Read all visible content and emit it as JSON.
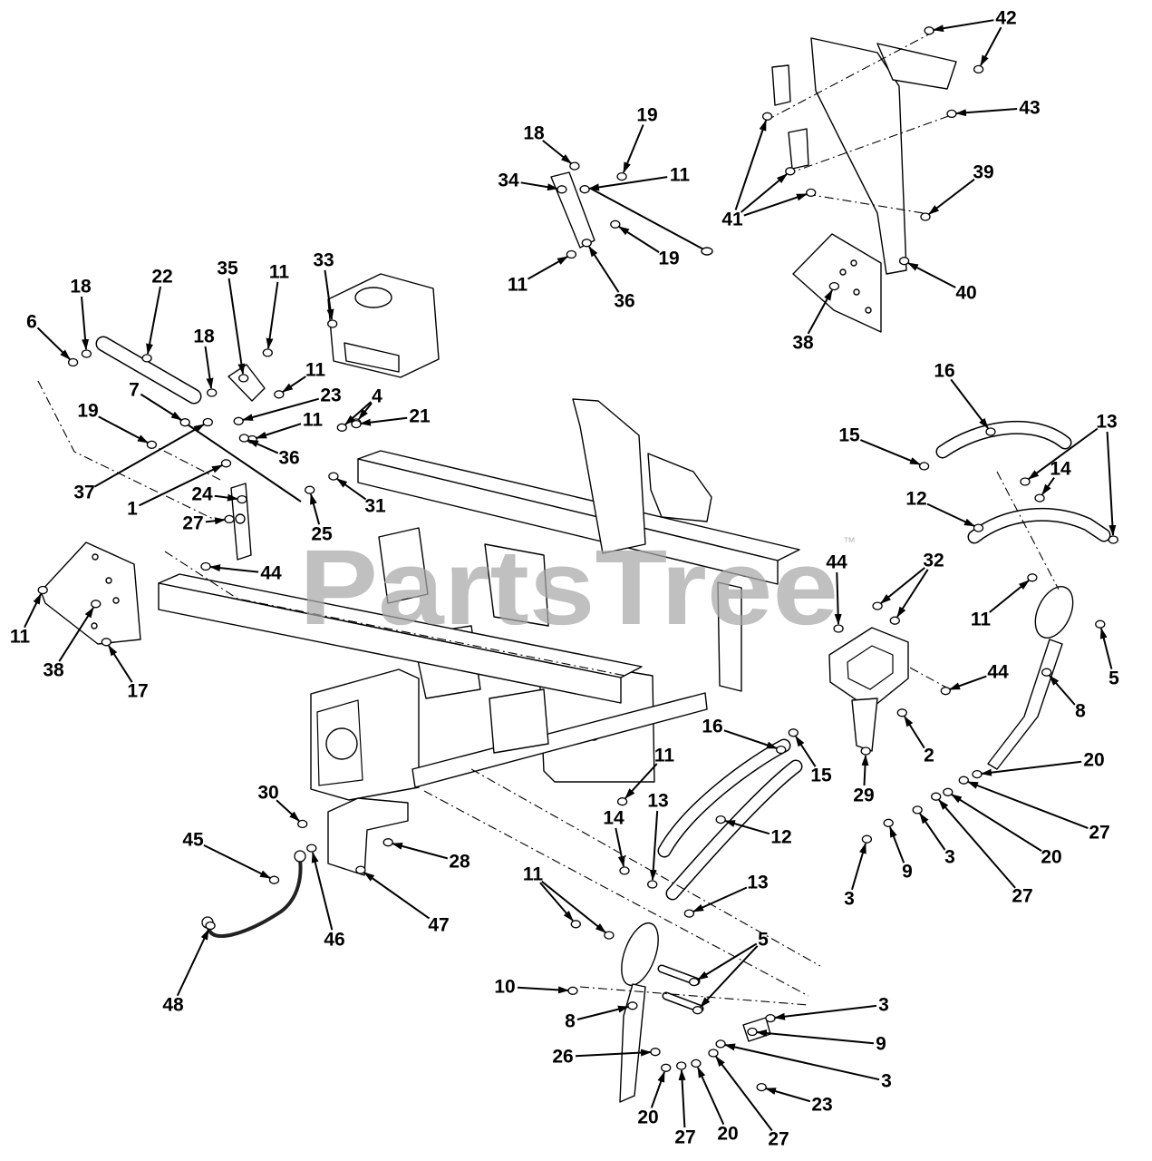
{
  "diagram": {
    "callouts": [
      "42",
      "43",
      "39",
      "41",
      "40",
      "38",
      "18",
      "19",
      "34",
      "11",
      "19",
      "11",
      "36",
      "33",
      "11",
      "35",
      "22",
      "18",
      "6",
      "18",
      "11",
      "7",
      "23",
      "4",
      "19",
      "11",
      "21",
      "36",
      "37",
      "31",
      "1",
      "24",
      "27",
      "25",
      "44",
      "11",
      "38",
      "17",
      "16",
      "13",
      "15",
      "14",
      "12",
      "44",
      "32",
      "11",
      "5",
      "44",
      "8",
      "2",
      "29",
      "20",
      "27",
      "20",
      "27",
      "3",
      "9",
      "3",
      "16",
      "15",
      "11",
      "13",
      "12",
      "14",
      "13",
      "5",
      "11",
      "10",
      "8",
      "3",
      "9",
      "3",
      "26",
      "23",
      "20",
      "27",
      "20",
      "27",
      "30",
      "45",
      "28",
      "47",
      "46",
      "48"
    ]
  },
  "watermark": {
    "text": "PartsTree",
    "tm": "™"
  }
}
